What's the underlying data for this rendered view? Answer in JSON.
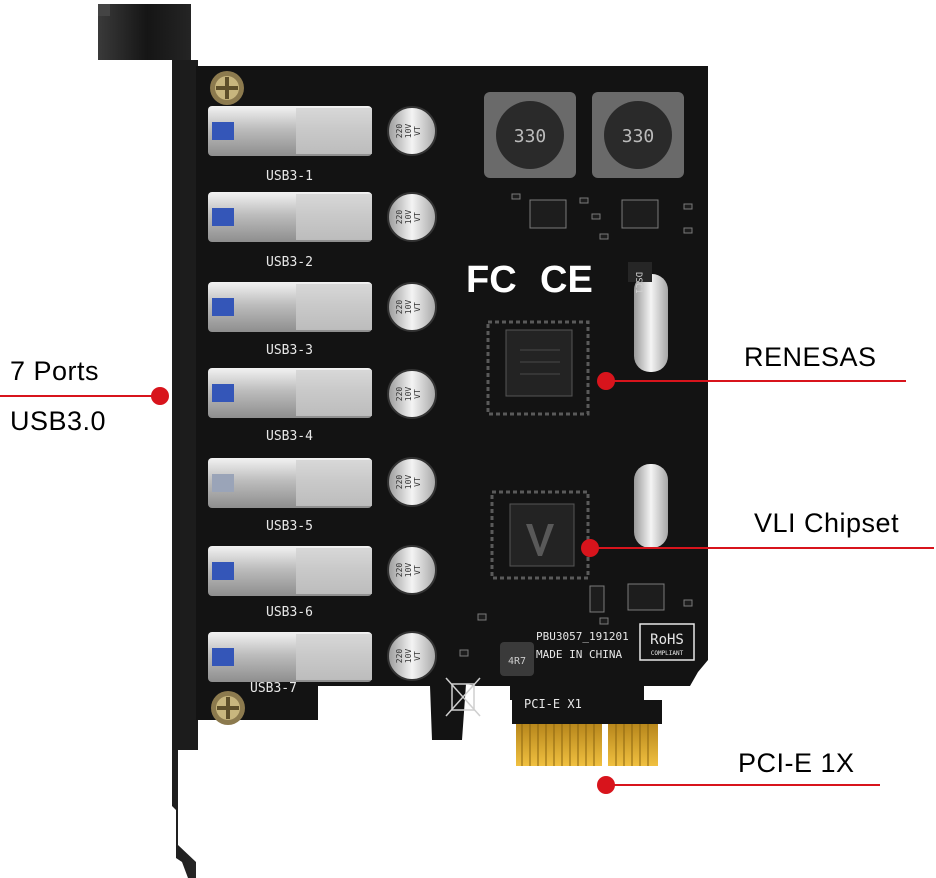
{
  "callouts": {
    "ports_line1": "7 Ports",
    "ports_line2": "USB3.0",
    "renesas": "RENESAS",
    "vli": "VLI Chipset",
    "pcie": "PCI-E 1X"
  },
  "board_silkscreen": {
    "port_labels": [
      "USB3-1",
      "USB3-2",
      "USB3-3",
      "USB3-4",
      "USB3-5",
      "USB3-6",
      "USB3-7"
    ],
    "capacitor": [
      "220",
      "10V",
      "VT"
    ],
    "inductor": "330",
    "model": "PBU3057_191201",
    "made_in": "MADE IN CHINA",
    "rohs": "RoHS",
    "rohs_sub": "COMPLIANT",
    "slot_label": "PCI-E X1",
    "cert_fc": "FC",
    "cert_ce": "CE",
    "crystal_label": "DSC1",
    "choke_label": "4R7"
  },
  "colors": {
    "callout_accent": "#d8141c",
    "pcb": "#141414",
    "bracket": "#1f1f1f",
    "gold": "#d9a521",
    "port_metal": "#c6c6c6"
  }
}
